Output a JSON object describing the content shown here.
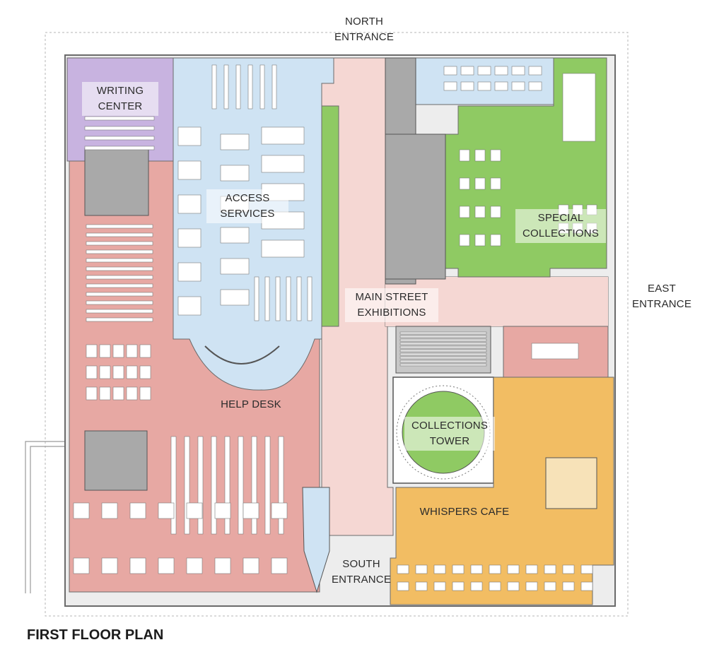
{
  "title": "FIRST FLOOR PLAN",
  "colors": {
    "writing_center": "#c8b3e0",
    "access_services": "#cfe3f3",
    "help_desk": "#e7a8a3",
    "main_street": "#f5d7d3",
    "special_collections": "#8fca63",
    "service_core": "#a9a9a9",
    "whispers_cafe": "#f2bd63",
    "collections_tower": "#8fca63",
    "outline": "#6b6b6b"
  },
  "rooms": {
    "writing_center": {
      "line1": "WRITING",
      "line2": "CENTER"
    },
    "access_services": {
      "line1": "ACCESS",
      "line2": "SERVICES"
    },
    "special_collections": {
      "line1": "SPECIAL",
      "line2": "COLLECTIONS"
    },
    "main_street": {
      "line1": "MAIN STREET",
      "line2": "EXHIBITIONS"
    },
    "help_desk": {
      "line1": "HELP DESK"
    },
    "collections_tower": {
      "line1": "COLLECTIONS",
      "line2": "TOWER"
    },
    "whispers_cafe": {
      "line1": "WHISPERS CAFE"
    }
  },
  "entrances": {
    "north": {
      "line1": "NORTH",
      "line2": "ENTRANCE"
    },
    "east": {
      "line1": "EAST",
      "line2": "ENTRANCE"
    },
    "south": {
      "line1": "SOUTH",
      "line2": "ENTRANCE"
    }
  }
}
